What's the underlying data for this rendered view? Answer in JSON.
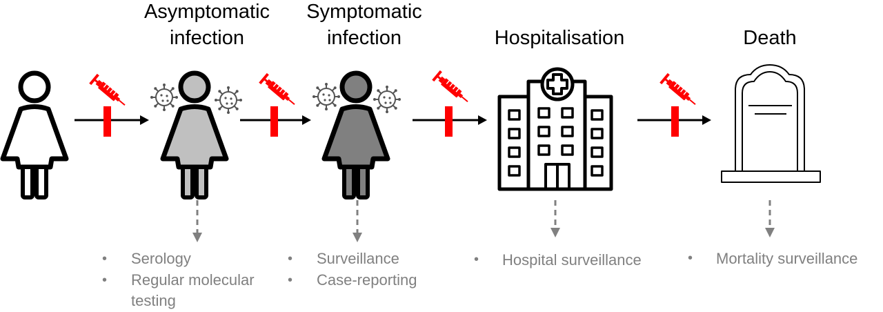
{
  "stages": [
    {
      "title_lines": [
        "Asymptomatic",
        "infection"
      ],
      "methods": [
        [
          "Serology"
        ],
        [
          "Regular molecular",
          "testing"
        ]
      ]
    },
    {
      "title_lines": [
        "Symptomatic",
        "infection"
      ],
      "methods": [
        [
          "Surveillance"
        ],
        [
          "Case-reporting"
        ]
      ]
    },
    {
      "title_lines": [
        "Hospitalisation"
      ],
      "methods": [
        [
          "Hospital surveillance"
        ]
      ]
    },
    {
      "title_lines": [
        "Death"
      ],
      "methods": [
        [
          "Mortality surveillance"
        ]
      ]
    }
  ],
  "bullet_char": "•",
  "colors": {
    "arrow": "#000000",
    "blocker": "#ff0000",
    "syringe": "#ff0000",
    "dashed_arrow": "#808080",
    "text_muted": "#808080",
    "person_healthy": "#ffffff",
    "person_asymptomatic": "#c0c0c0",
    "person_symptomatic": "#808080",
    "outline": "#000000"
  },
  "icons": {
    "person": "person-icon",
    "virus": "virus-icon",
    "syringe": "syringe-icon",
    "hospital": "hospital-icon",
    "tombstone": "tombstone-icon"
  }
}
